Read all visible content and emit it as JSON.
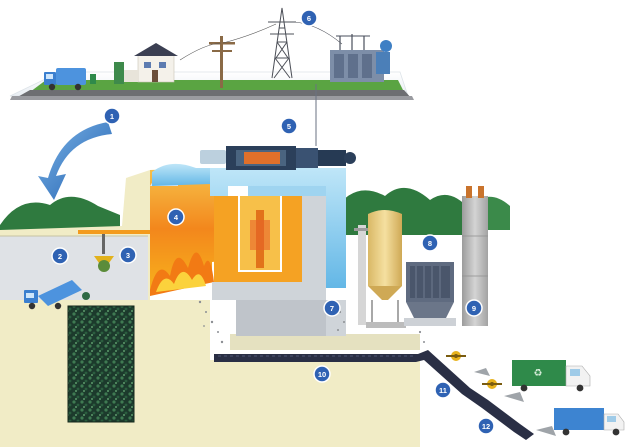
{
  "badges": [
    {
      "id": "1",
      "label": "1"
    },
    {
      "id": "2",
      "label": "2"
    },
    {
      "id": "3",
      "label": "3"
    },
    {
      "id": "4",
      "label": "4"
    },
    {
      "id": "5",
      "label": "5"
    },
    {
      "id": "6",
      "label": "6"
    },
    {
      "id": "7",
      "label": "7"
    },
    {
      "id": "8",
      "label": "8"
    },
    {
      "id": "9",
      "label": "9"
    },
    {
      "id": "10",
      "label": "10"
    },
    {
      "id": "11",
      "label": "11"
    },
    {
      "id": "12",
      "label": "12"
    }
  ],
  "colors": {
    "badge": "#2f62b3",
    "ground": "#f1ecc6",
    "furnace_orange": "#f59a1e",
    "water_blue": "#7fc6ec",
    "grass": "#4e9a3b",
    "silo": "#e9cf86",
    "stack": "#b9b9b9",
    "truck_green": "#2f8a4a",
    "truck_blue": "#3d84d1",
    "conveyor": "#2a2f45"
  },
  "icons": [
    "arrow-icon",
    "truck-icon",
    "house-icon",
    "power-pole-icon",
    "transmission-tower-icon",
    "transformer-icon",
    "turbine-generator-icon",
    "crane-grab-icon",
    "silo-icon",
    "baghouse-icon",
    "stack-icon",
    "conveyor-icon"
  ]
}
